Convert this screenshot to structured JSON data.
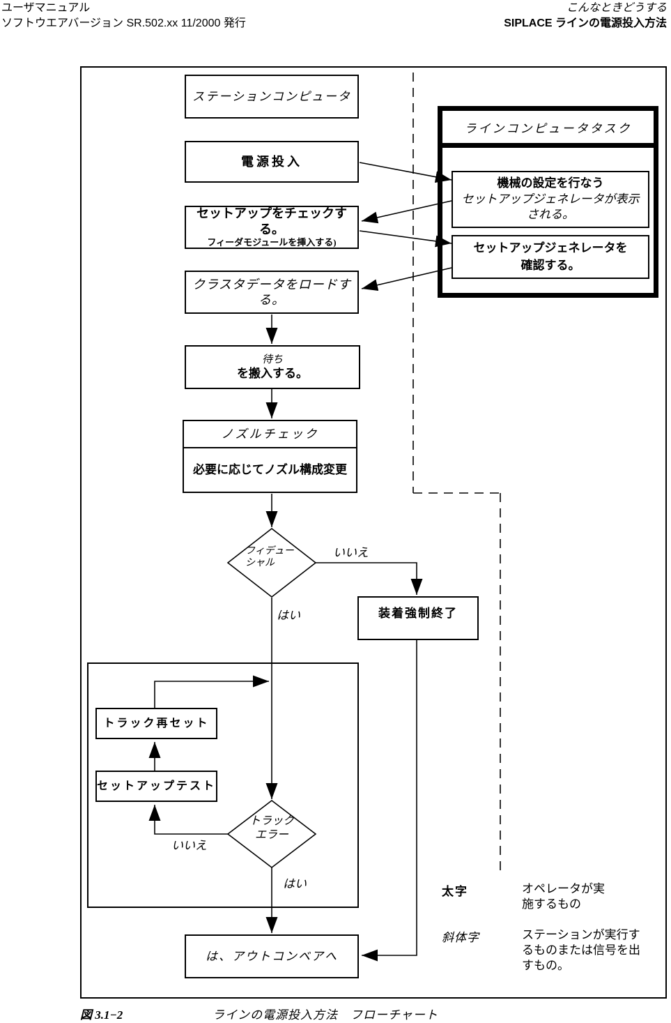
{
  "header": {
    "left_line1": "ユーザマニュアル",
    "left_line2": "ソフトウエアバージョン SR.502.xx  11/2000 発行",
    "right_line1": "こんなときどうする",
    "right_line2": "SIPLACE ラインの電源投入方法"
  },
  "flowchart": {
    "station_computer": "ステーションコンピュータ",
    "power_on": "電源投入",
    "check_setup_line1": "セットアップをチェックする。",
    "check_setup_line2": "フィーダモジュールを挿入する)",
    "load_cluster_data": "クラスタデータをロードする。",
    "wait_line1": "待ち",
    "wait_line2": "を搬入する。",
    "nozzle_check_title": "ノズルチェック",
    "nozzle_check_body": "必要に応じてノズル構成変更",
    "fiducial_line1": "フィデュー",
    "fiducial_line2": "シャル",
    "forced_placement_end": "装着強制終了",
    "track_reset": "トラック再セット",
    "setup_test": "セットアップテスト",
    "track_error_line1": "トラック",
    "track_error_line2": "エラー",
    "out_conveyor": "は、アウトコンベアへ",
    "yes_label": "はい",
    "no_label": "いいえ",
    "line_computer": {
      "title": "ラインコンピュータタスク",
      "machine_setup_line1": "機械の設定を行なう",
      "machine_setup_line2": "セットアップジェネレータが表示",
      "machine_setup_line3": "される。",
      "confirm_setup_line1": "セットアップジェネレータを",
      "confirm_setup_line2": "確認する。"
    }
  },
  "legend": {
    "bold_term": "太字",
    "bold_desc_line1": "オペレータが実",
    "bold_desc_line2": "施するもの",
    "italic_term": "斜体字",
    "italic_desc_line1": "ステーションが実行す",
    "italic_desc_line2": "るものまたは信号を出",
    "italic_desc_line3": "すもの。"
  },
  "caption": {
    "figure_number": "図 3.1−2",
    "figure_title": "ラインの電源投入方法　フローチャート"
  }
}
